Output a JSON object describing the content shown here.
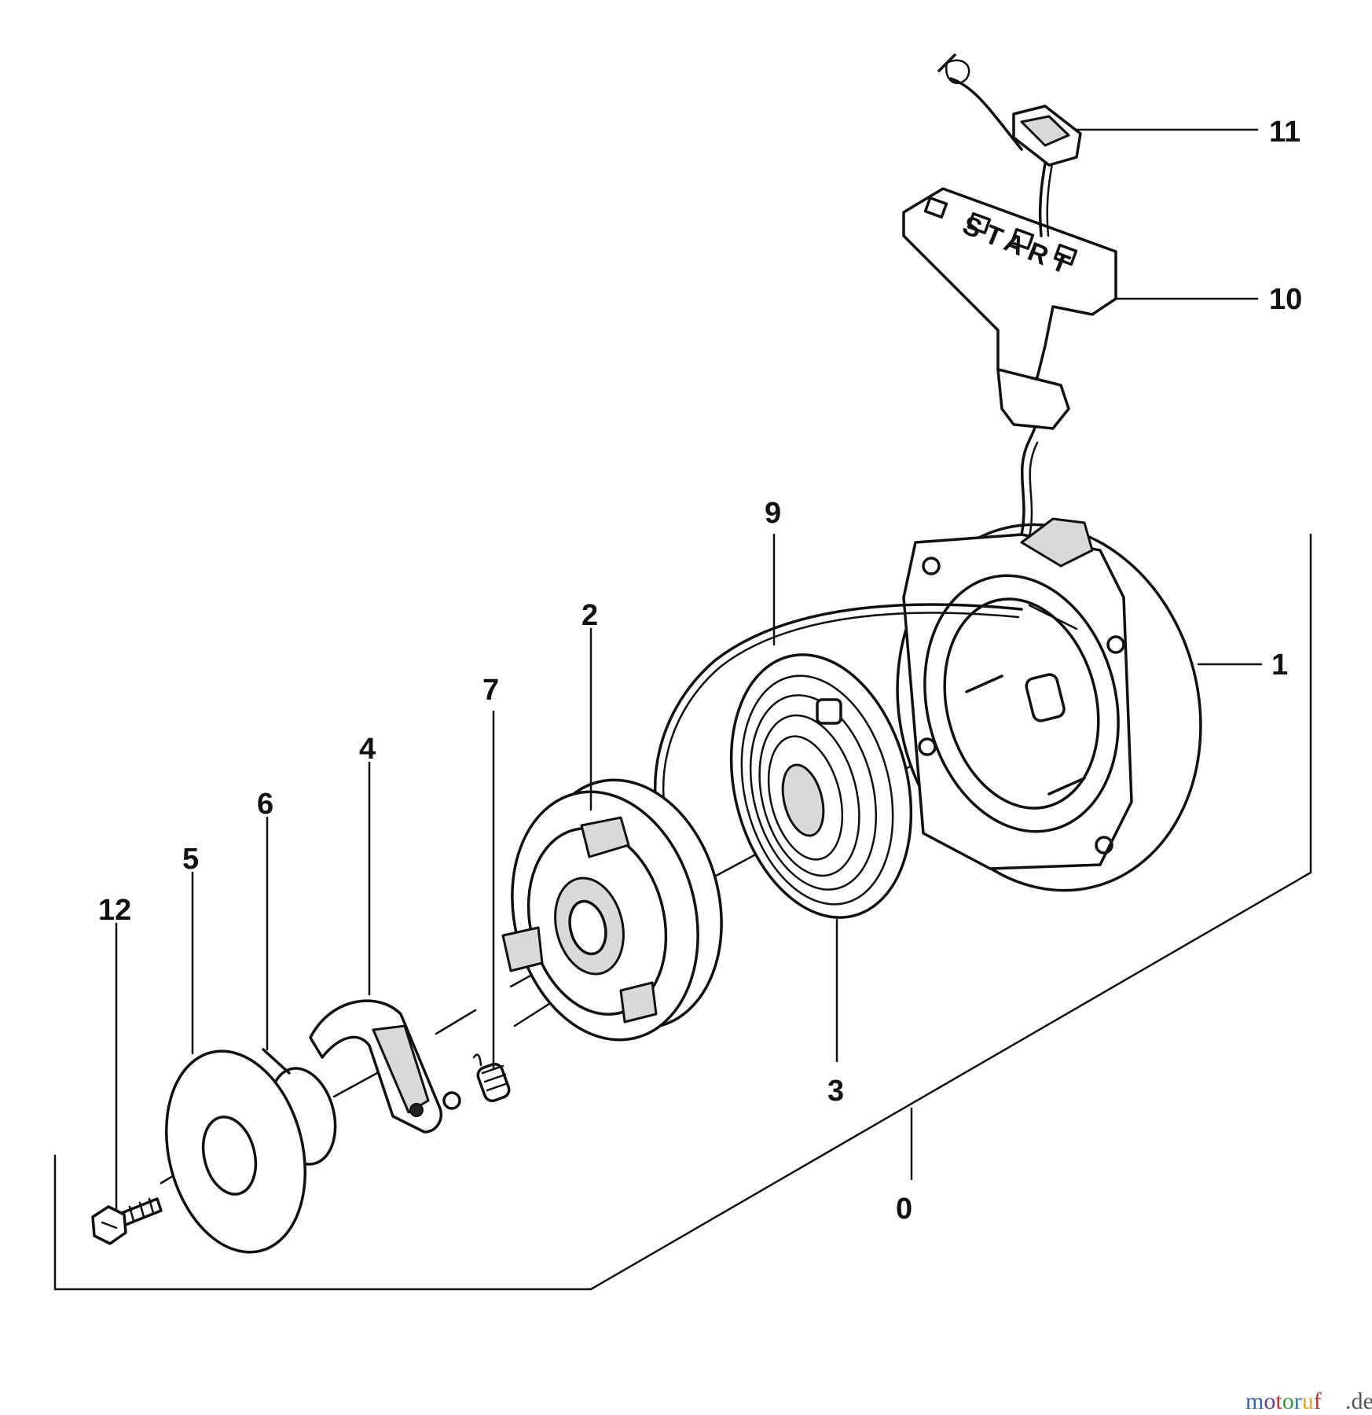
{
  "diagram": {
    "callouts": [
      {
        "id": "c11",
        "label": "11"
      },
      {
        "id": "c10",
        "label": "10"
      },
      {
        "id": "c9",
        "label": "9"
      },
      {
        "id": "c1",
        "label": "1"
      },
      {
        "id": "c2",
        "label": "2"
      },
      {
        "id": "c7",
        "label": "7"
      },
      {
        "id": "c4",
        "label": "4"
      },
      {
        "id": "c6",
        "label": "6"
      },
      {
        "id": "c5",
        "label": "5"
      },
      {
        "id": "c12",
        "label": "12"
      },
      {
        "id": "c3",
        "label": "3"
      },
      {
        "id": "c0",
        "label": "0"
      }
    ],
    "handle_text": "START",
    "watermark": {
      "name": "motoruf",
      "suffix": ".de",
      "letter_colors": [
        "#2e64b0",
        "#6a3d9a",
        "#d62728",
        "#2ca02c",
        "#1f77b4",
        "#e8a317",
        "#d62728"
      ]
    }
  }
}
